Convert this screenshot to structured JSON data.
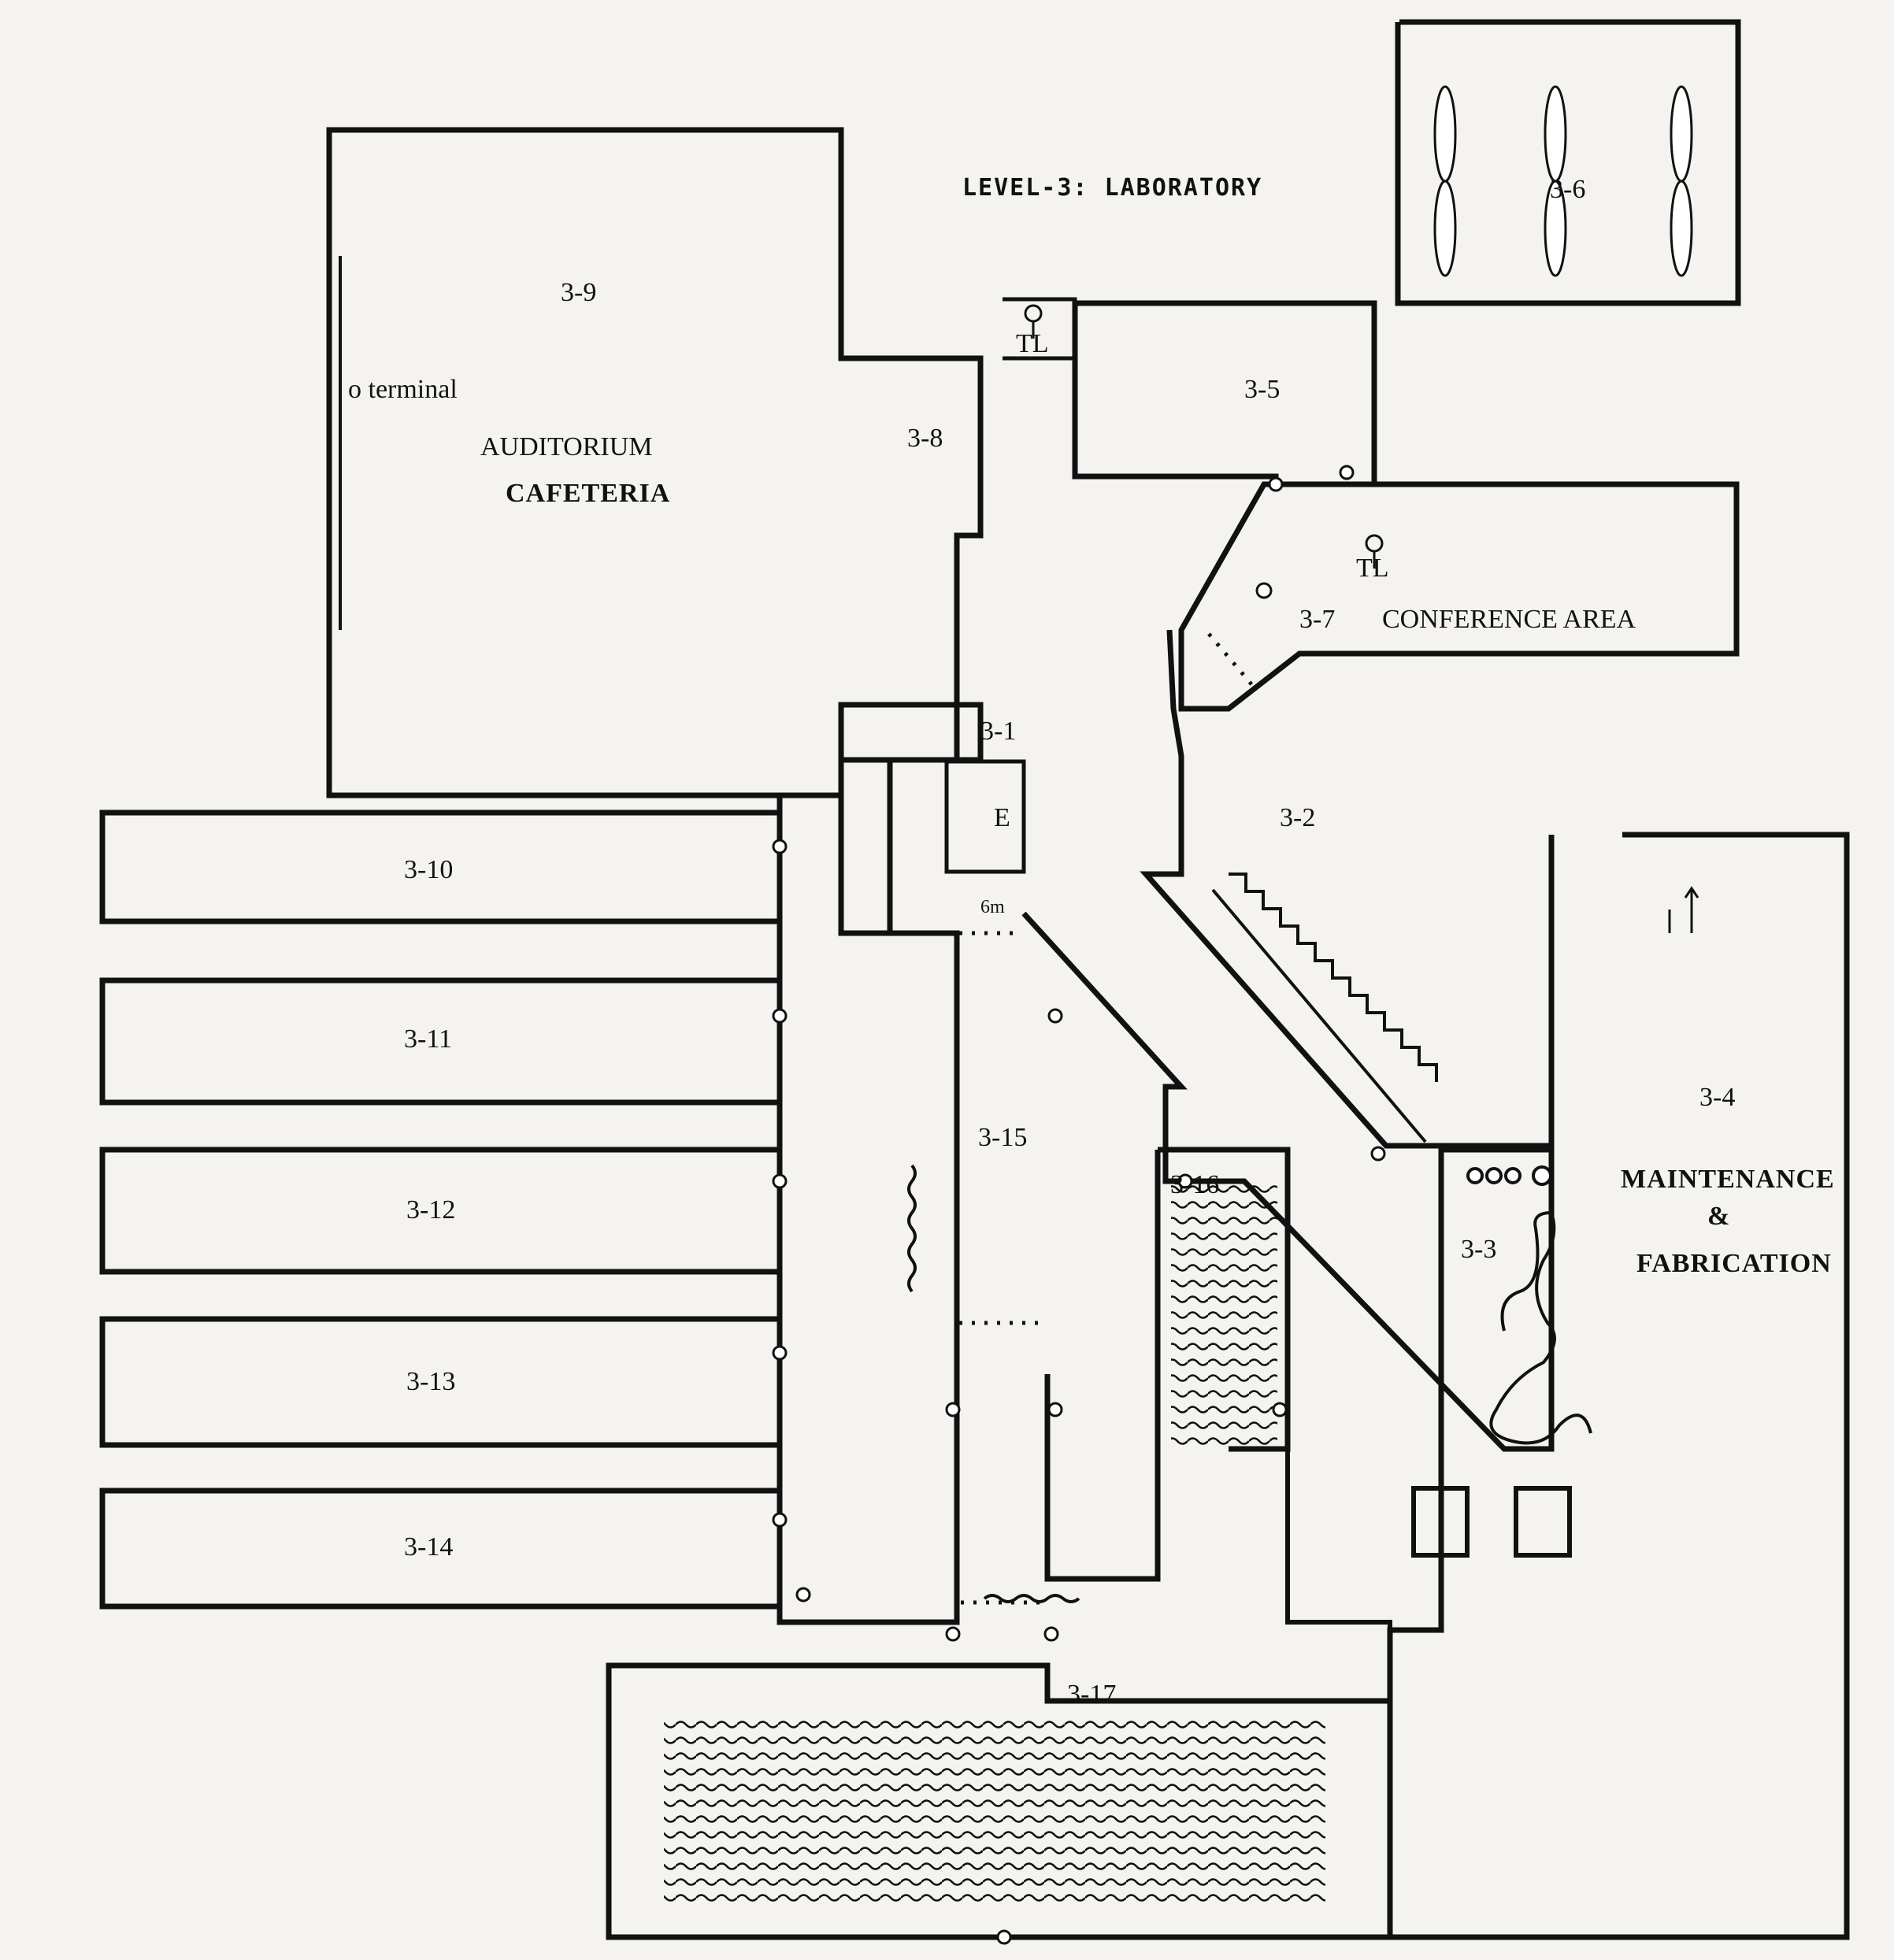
{
  "map": {
    "title": "LEVEL-3: LABORATORY",
    "rooms": {
      "r3_1": "3-1",
      "r3_2": "3-2",
      "r3_3": "3-3",
      "r3_4": "3-4",
      "r3_5": "3-5",
      "r3_6": "3-6",
      "r3_7": "3-7",
      "r3_8": "3-8",
      "r3_9": "3-9",
      "r3_10": "3-10",
      "r3_11": "3-11",
      "r3_12": "3-12",
      "r3_13": "3-13",
      "r3_14": "3-14",
      "r3_15": "3-15",
      "r3_16": "3-16",
      "r3_17": "3-17"
    },
    "areas": {
      "auditorium": "AUDITORIUM",
      "cafeteria": "CAFETERIA",
      "conference": "CONFERENCE AREA",
      "maintenance": "MAINTENANCE",
      "ampersand": "&",
      "fabrication": "FABRICATION"
    },
    "markers": {
      "terminal": "o terminal",
      "elevator": "E",
      "tl_upper": "TL",
      "tl_lower": "TL",
      "six_m": "6m"
    }
  }
}
